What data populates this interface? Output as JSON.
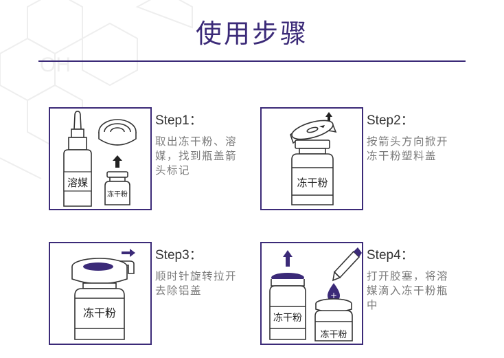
{
  "page": {
    "title": "使用步骤",
    "watermark": "OH"
  },
  "colors": {
    "accent": "#3b2a78",
    "text_dark": "#333333",
    "text_gray": "#7b7b7b",
    "line": "#333333"
  },
  "steps": [
    {
      "title": "Step1：",
      "desc_lines": [
        "取出冻干粉、溶",
        "媒，找到瓶盖箭",
        "头标记"
      ],
      "labels": {
        "solvent": "溶媒",
        "powder": "冻干粉"
      }
    },
    {
      "title": "Step2：",
      "desc_lines": [
        "按箭头方向掀开",
        "冻干粉塑料盖"
      ],
      "labels": {
        "powder": "冻干粉"
      }
    },
    {
      "title": "Step3：",
      "desc_lines": [
        "顺时针旋转拉开",
        "去除铝盖"
      ],
      "labels": {
        "powder": "冻干粉"
      }
    },
    {
      "title": "Step4：",
      "desc_lines": [
        "打开胶塞，将溶",
        "媒滴入冻干粉瓶",
        "中"
      ],
      "labels": {
        "powder_left": "冻干粉",
        "powder_right": "冻干粉"
      }
    }
  ]
}
